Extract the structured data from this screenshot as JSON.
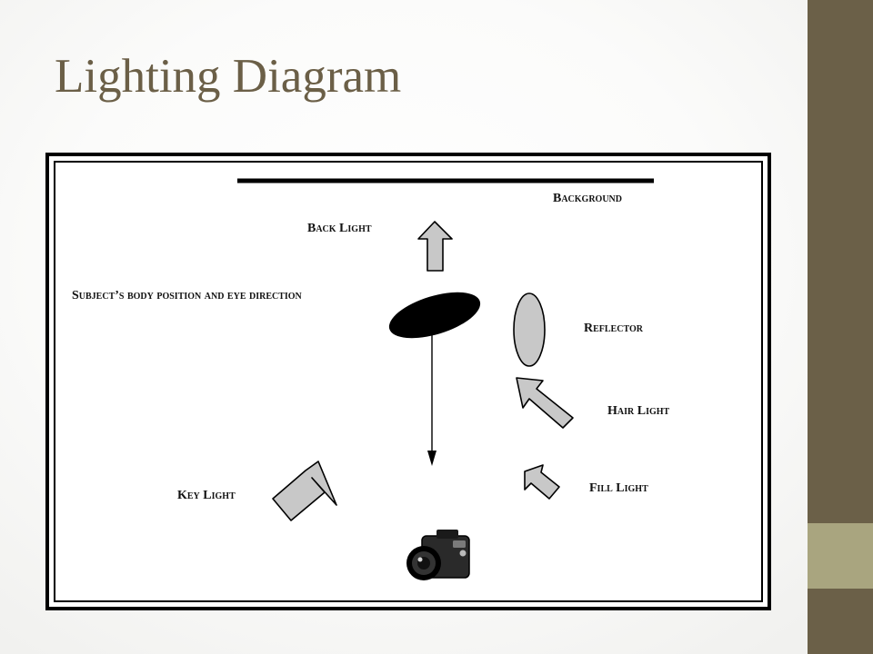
{
  "slide": {
    "title": "Lighting Diagram"
  },
  "theme": {
    "title_color": "#6b5f47",
    "sidebar_color": "#6b6048",
    "sidebar_accent_color": "#a9a57f",
    "arrow_fill": "#c8c8c8",
    "subject_fill": "#000000"
  },
  "diagram": {
    "labels": {
      "background": "Background",
      "back_light": "Back Light",
      "subject": "Subject’s body position and eye direction",
      "reflector": "Reflector",
      "hair_light": "Hair Light",
      "fill_light": "Fill Light",
      "key_light": "Key Light"
    },
    "icons": {
      "camera": "camera-icon"
    }
  }
}
